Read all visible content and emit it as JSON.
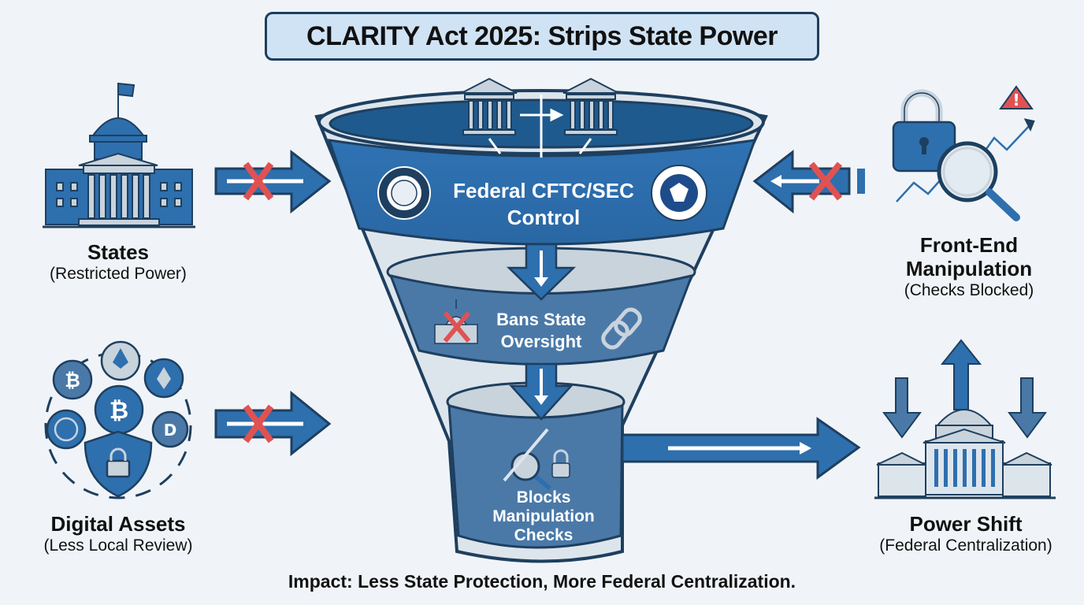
{
  "title": "CLARITY Act 2025: Strips State Power",
  "funnel": {
    "top": {
      "line1": "Federal CFTC/SEC",
      "line2": "Control",
      "left_icon": "cftc-seal-icon",
      "right_icon": "sec-seal-icon",
      "top_icons": [
        "bank-building-icon",
        "arrow-right-icon",
        "bank-building-icon"
      ]
    },
    "middle": {
      "line1": "Bans State",
      "line2": "Oversight",
      "left_icon": "crossed-capitol-icon",
      "right_icon": "broken-chain-icon"
    },
    "bottom": {
      "line1": "Blocks",
      "line2": "Manipulation",
      "line3": "Checks",
      "icons": [
        "crossed-magnifier-icon",
        "lock-icon"
      ]
    }
  },
  "left": [
    {
      "heading": "States",
      "sub": "(Restricted Power)",
      "icon": "state-capitol-icon",
      "arrow": "blocked-arrow-right"
    },
    {
      "heading": "Digital Assets",
      "sub": "(Less Local Review)",
      "icon": "crypto-coins-shield-icon",
      "arrow": "blocked-arrow-right"
    }
  ],
  "right": [
    {
      "heading_line1": "Front-End",
      "heading_line2": "Manipulation",
      "sub": "(Checks Blocked)",
      "icon": "lock-magnifier-chart-icon",
      "arrow": "blocked-arrow-left"
    },
    {
      "heading": "Power Shift",
      "sub": "(Federal Centralization)",
      "icon": "federal-capitol-arrows-icon",
      "arrow": "output-arrow-right"
    }
  ],
  "footer": "Impact: Less State Protection, More Federal Centralization.",
  "colors": {
    "primary": "#2e6fae",
    "dark": "#1e3f5f",
    "mid": "#4a79a8",
    "light": "#cfe3f5",
    "gray": "#c9d3dc",
    "red": "#e05252",
    "background": "#f0f4f8"
  }
}
